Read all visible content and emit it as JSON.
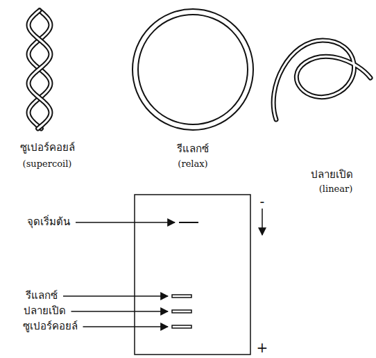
{
  "diagram": {
    "labels": [
      "ซูเปอร์คอยล์",
      "(supercoil)",
      "รีแลกซ์",
      "(relax)",
      "ปลายเปิด",
      "(linear)",
      "จุดเริ่มต้น",
      "รีแลกซ์",
      "ปลายเปิด",
      "ซูเปอร์คอยล์",
      "-",
      "+"
    ]
  }
}
